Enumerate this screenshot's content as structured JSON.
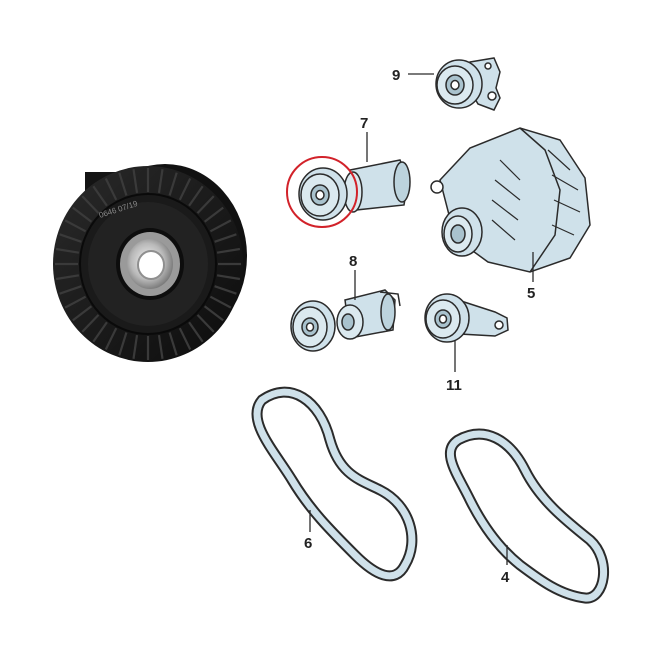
{
  "diagram": {
    "callouts": {
      "p9": "9",
      "p7": "7",
      "p8": "8",
      "p5": "5",
      "p11": "11",
      "p6": "6",
      "p4": "4"
    },
    "photo_marking": "0646 07/19",
    "highlight_color": "#d2222a",
    "part_fill_color": "#cfe1ea",
    "part_outline_color": "#2b2b2b"
  }
}
